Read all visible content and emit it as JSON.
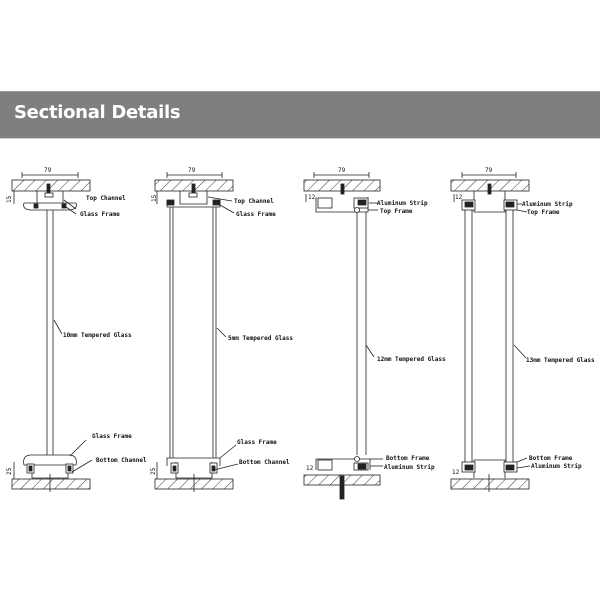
{
  "header": {
    "title": "Sectional Details",
    "background": "#7f7f7f",
    "text_color": "#ffffff"
  },
  "sections": [
    {
      "id": "section-1",
      "width_dim": "79",
      "top_dim": "15",
      "bottom_dim": "25",
      "labels": {
        "top_1": "Top Channel",
        "top_2": "Glass Frame",
        "glass": "10mm Tempered Glass",
        "bottom_1": "Glass Frame",
        "bottom_2": "Bottom Channel"
      }
    },
    {
      "id": "section-2",
      "width_dim": "79",
      "top_dim": "15",
      "bottom_dim": "25",
      "labels": {
        "top_1": "Top Channel",
        "top_2": "Glass Frame",
        "glass": "5mm Tempered Glass",
        "bottom_1": "Glass Frame",
        "bottom_2": "Bottom Channel"
      }
    },
    {
      "id": "section-3",
      "width_dim": "79",
      "top_dim": "12",
      "bottom_dim": "12",
      "labels": {
        "top_1": "Aluminum Strip",
        "top_2": "Top Frame",
        "glass": "12mm Tempered Glass",
        "bottom_1": "Bottom Frame",
        "bottom_2": "Aluminum Strip"
      }
    },
    {
      "id": "section-4",
      "width_dim": "79",
      "top_dim": "12",
      "bottom_dim": "12",
      "labels": {
        "top_1": "Aluminum Strip",
        "top_2": "Top Frame",
        "glass": "13mm Tempered Glass",
        "bottom_1": "Bottom Frame",
        "bottom_2": "Aluminum Strip"
      }
    }
  ]
}
